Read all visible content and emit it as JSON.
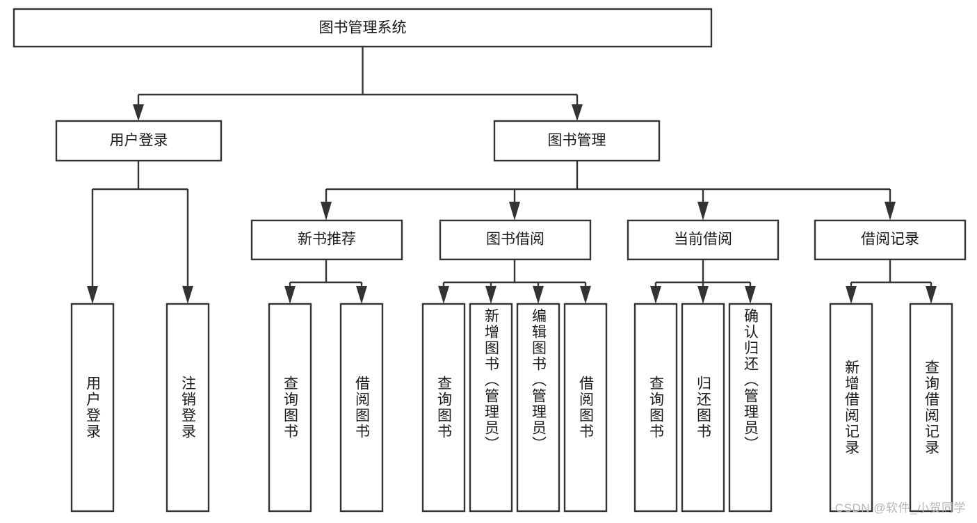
{
  "diagram": {
    "type": "hierarchy-tree",
    "title_node": {
      "id": "root",
      "label": "图书管理系统"
    },
    "levels": [
      {
        "level": 1,
        "nodes": [
          {
            "id": "root",
            "label": "图书管理系统",
            "orientation": "horizontal"
          }
        ]
      },
      {
        "level": 2,
        "nodes": [
          {
            "id": "user-login",
            "label": "用户登录",
            "orientation": "horizontal",
            "parent": "root"
          },
          {
            "id": "book-manage",
            "label": "图书管理",
            "orientation": "horizontal",
            "parent": "root"
          }
        ]
      },
      {
        "level": 3,
        "nodes": [
          {
            "id": "new-book-rec",
            "label": "新书推荐",
            "orientation": "horizontal",
            "parent": "book-manage"
          },
          {
            "id": "book-borrow",
            "label": "图书借阅",
            "orientation": "horizontal",
            "parent": "book-manage"
          },
          {
            "id": "current-borrow",
            "label": "当前借阅",
            "orientation": "horizontal",
            "parent": "book-manage"
          },
          {
            "id": "borrow-record",
            "label": "借阅记录",
            "orientation": "horizontal",
            "parent": "book-manage"
          }
        ]
      },
      {
        "level": 4,
        "nodes": [
          {
            "id": "leaf-user-login",
            "label": "用户登录",
            "orientation": "vertical",
            "parent": "user-login"
          },
          {
            "id": "leaf-logout",
            "label": "注销登录",
            "orientation": "vertical",
            "parent": "user-login"
          },
          {
            "id": "leaf-query-book-1",
            "label": "查询图书",
            "orientation": "vertical",
            "parent": "new-book-rec"
          },
          {
            "id": "leaf-borrow-book-1",
            "label": "借阅图书",
            "orientation": "vertical",
            "parent": "new-book-rec"
          },
          {
            "id": "leaf-query-book-2",
            "label": "查询图书",
            "orientation": "vertical",
            "parent": "book-borrow"
          },
          {
            "id": "leaf-add-book",
            "label": "新增图书（管理员）",
            "orientation": "vertical",
            "parent": "book-borrow"
          },
          {
            "id": "leaf-edit-book",
            "label": "编辑图书（管理员）",
            "orientation": "vertical",
            "parent": "book-borrow"
          },
          {
            "id": "leaf-borrow-book-2",
            "label": "借阅图书",
            "orientation": "vertical",
            "parent": "book-borrow"
          },
          {
            "id": "leaf-query-book-3",
            "label": "查询图书",
            "orientation": "vertical",
            "parent": "current-borrow"
          },
          {
            "id": "leaf-return-book",
            "label": "归还图书",
            "orientation": "vertical",
            "parent": "current-borrow"
          },
          {
            "id": "leaf-confirm-return",
            "label": "确认归还（管理员）",
            "orientation": "vertical",
            "parent": "current-borrow"
          },
          {
            "id": "leaf-add-record",
            "label": "新增借阅记录",
            "orientation": "vertical",
            "parent": "borrow-record"
          },
          {
            "id": "leaf-query-record",
            "label": "查询借阅记录",
            "orientation": "vertical",
            "parent": "borrow-record"
          }
        ]
      }
    ],
    "colors": {
      "box_stroke": "#333333",
      "box_fill": "#ffffff",
      "text": "#1a1a1a",
      "connector": "#333333",
      "watermark": "#b5b5b5",
      "background": "#ffffff"
    }
  },
  "watermark": {
    "text": "CSDN @软件_小贺同学"
  }
}
